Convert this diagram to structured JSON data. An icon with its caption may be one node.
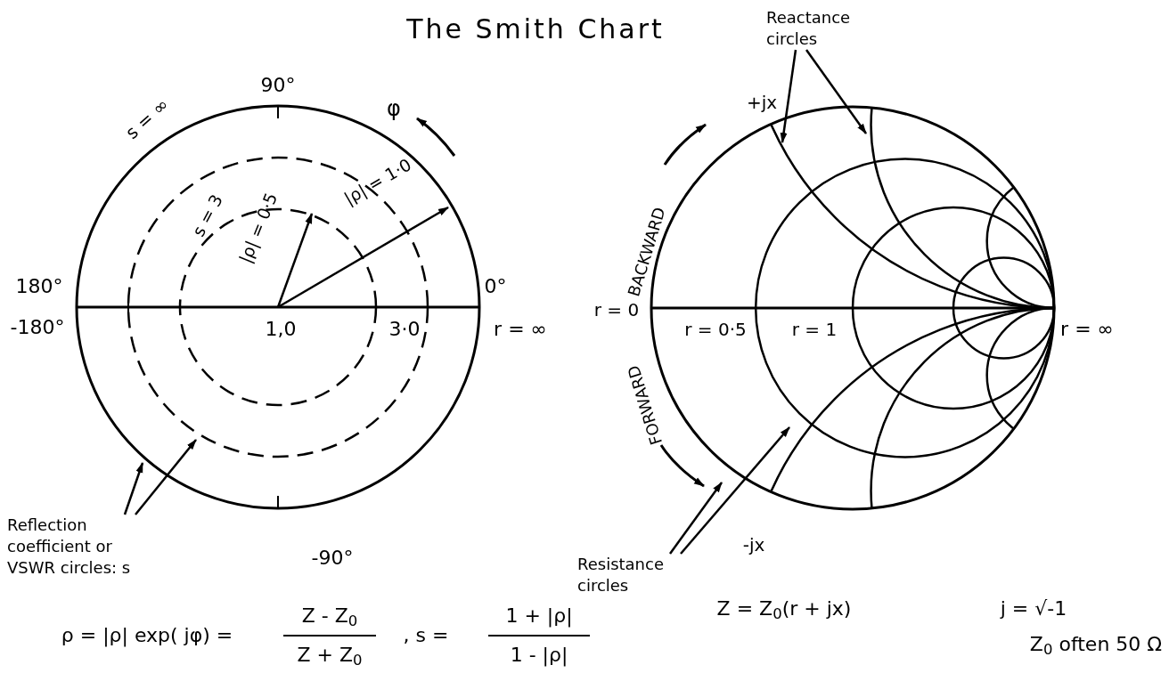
{
  "diagram": {
    "title": "The Smith Chart",
    "nodes": [
      {
        "text": [
          "Reactance circles"
        ]
      },
      {
        "text": [
          "Reflection coefficient or VSWR circles: s"
        ]
      },
      {
        "text": [
          "Resistance circles"
        ]
      }
    ],
    "edges": [
      {
        "from": 0,
        "to": null,
        "arrow": "to"
      },
      {
        "from": 0,
        "to": null,
        "arrow": "to"
      },
      {
        "from": 1,
        "to": null,
        "arrow": "to"
      },
      {
        "from": 1,
        "to": null,
        "arrow": "to"
      },
      {
        "from": 2,
        "to": null,
        "arrow": "to"
      },
      {
        "from": 2,
        "to": null,
        "arrow": "to"
      }
    ],
    "labels": [
      "90°",
      "s = ∞",
      "φ",
      "s = 3",
      "|ρ| = 0·5",
      "|ρ| = 1·0",
      "180°",
      "0°",
      "-180°",
      "1,0",
      "3·0",
      "r = ∞",
      "-90°",
      "+jx",
      "BACKWARD",
      "r = 0",
      "FORWARD",
      "r = 0·5",
      "r = 1",
      "r = ∞",
      "-jx",
      "ρ = |ρ| exp( jφ) =",
      "Z - Z$_{0}$",
      "Z + Z$_{0}$",
      ", s =",
      "1 + |ρ|",
      "1 - |ρ|",
      "Z = Z$_{0}$(r + jx)",
      "j = √-1",
      "Z$_{0}$ often 50 Ω"
    ]
  }
}
